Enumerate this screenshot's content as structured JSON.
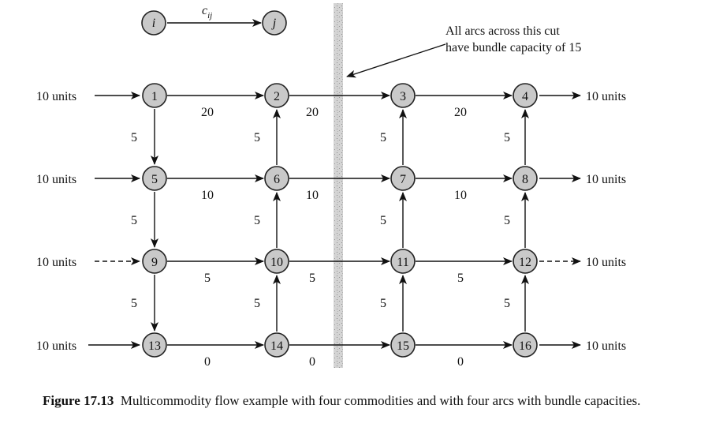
{
  "legend": {
    "from_label": "i",
    "to_label": "j",
    "arc_label": "c",
    "arc_label_sub": "ij"
  },
  "annotation": {
    "line1": "All arcs across this cut",
    "line2": "have bundle capacity of 15"
  },
  "nodes": [
    "1",
    "2",
    "3",
    "4",
    "5",
    "6",
    "7",
    "8",
    "9",
    "10",
    "11",
    "12",
    "13",
    "14",
    "15",
    "16"
  ],
  "horizontal_capacities": {
    "row1": [
      "20",
      "20",
      "20"
    ],
    "row2": [
      "10",
      "10",
      "10"
    ],
    "row3": [
      "5",
      "5",
      "5"
    ],
    "row4": [
      "0",
      "0",
      "0"
    ]
  },
  "vertical_capacities": {
    "col1": [
      "5",
      "5",
      "5"
    ],
    "col2": [
      "5",
      "5",
      "5"
    ],
    "col3": [
      "5",
      "5",
      "5"
    ],
    "col4": [
      "5",
      "5",
      "5"
    ]
  },
  "supplies": {
    "row1": "10 units",
    "row2": "10 units",
    "row3": "10 units",
    "row4": "10 units"
  },
  "demands": {
    "row1": "10 units",
    "row2": "10 units",
    "row3": "10 units",
    "row4": "10 units"
  },
  "caption": {
    "title": "Figure 17.13",
    "text": "Multicommodity flow example with four commodities and with four arcs with bundle capacities."
  }
}
